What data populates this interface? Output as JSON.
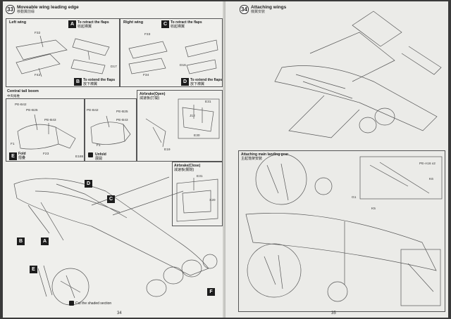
{
  "left_page": {
    "step": {
      "number": "33",
      "title": "Moveable wing leading edge",
      "subtitle": "移動翼前緣"
    },
    "left_wing": {
      "title": "Left wing",
      "parts": [
        "F32",
        "F42"
      ],
      "tag_a": "A",
      "tag_b": "B",
      "note_a": "To retract the flaps",
      "note_a_sub": "收起襟翼",
      "note_b": "To extend the flaps",
      "note_b_sub": "放下襟翼",
      "part_d17": "D17"
    },
    "right_wing": {
      "title": "Right wing",
      "parts": [
        "F33",
        "F34",
        "D16"
      ],
      "tag_c": "C",
      "tag_d": "D",
      "note_c": "To retract the flaps",
      "note_c_sub": "收起襟翼",
      "note_d": "To extend the flaps",
      "note_d_sub": "放下襟翼"
    },
    "tail_boom": {
      "title": "Central tail boom",
      "subtitle": "中央尾椎",
      "parts_left": [
        "PE-B42",
        "PE-B25",
        "PE-B43",
        "F1",
        "F23",
        "E188"
      ],
      "parts_right": [
        "PE-B42",
        "PE-B25",
        "PE-B43",
        "F1"
      ],
      "tag_e": "E",
      "fold": "Fold",
      "fold_sub": "摺疊",
      "unfold": "Unfold",
      "unfold_sub": "展開"
    },
    "airbrake_open": {
      "title": "Airbrake(Open)",
      "subtitle": "減速板(打開)",
      "parts": [
        "E19",
        "E31",
        "J12",
        "E30"
      ]
    },
    "airbrake_close": {
      "title": "Airbrake(Close)",
      "subtitle": "減速板(關閉)",
      "parts": [
        "E31",
        "X20"
      ]
    },
    "assembly_tags": [
      "D",
      "C",
      "B",
      "A",
      "E",
      "F"
    ],
    "cut_note": "Cut the shaded section",
    "page_number": "34"
  },
  "right_page": {
    "step": {
      "number": "34",
      "title": "Attaching wings",
      "subtitle": "機翼安裝"
    },
    "landing": {
      "title": "Attaching main landing gear",
      "subtitle": "主起落架安裝",
      "parts": [
        "PE-A16 x2",
        "K6",
        "K5",
        "G1"
      ]
    },
    "page_number": "35"
  }
}
